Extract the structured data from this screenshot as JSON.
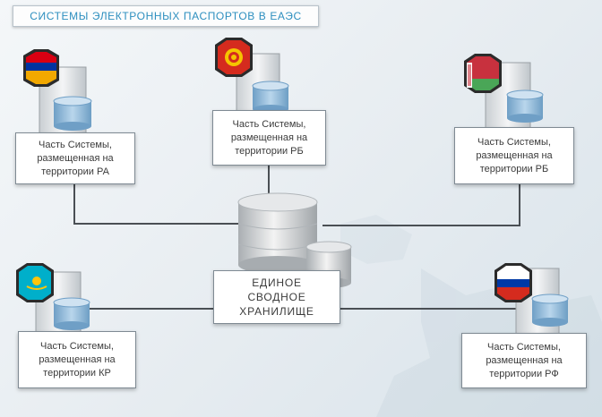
{
  "title": "СИСТЕМЫ ЭЛЕКТРОННЫХ ПАСПОРТОВ В ЕАЭС",
  "center": {
    "lines": [
      "ЕДИНОЕ",
      "СВОДНОЕ",
      "ХРАНИЛИЩЕ"
    ]
  },
  "nodes": [
    {
      "id": "am",
      "flag": "armenia-flag-icon",
      "lines": [
        "Часть Системы,",
        "размещенная на",
        "территории РА"
      ]
    },
    {
      "id": "kg",
      "flag": "kyrgyzstan-flag-icon",
      "lines": [
        "Часть Системы,",
        "размещенная на",
        "территории РБ"
      ]
    },
    {
      "id": "by",
      "flag": "belarus-flag-icon",
      "lines": [
        "Часть Системы,",
        "размещенная на",
        "территории РБ"
      ]
    },
    {
      "id": "kz",
      "flag": "kazakhstan-flag-icon",
      "lines": [
        "Часть Системы,",
        "размещенная на",
        "территории КР"
      ]
    },
    {
      "id": "ru",
      "flag": "russia-flag-icon",
      "lines": [
        "Часть Системы,",
        "размещенная на",
        "территории РФ"
      ]
    }
  ],
  "colors": {
    "title_text": "#2d8fbf",
    "connector": "#4a4f54",
    "db_blue": "#8ab8da",
    "db_gray": "#d8d8d8"
  }
}
